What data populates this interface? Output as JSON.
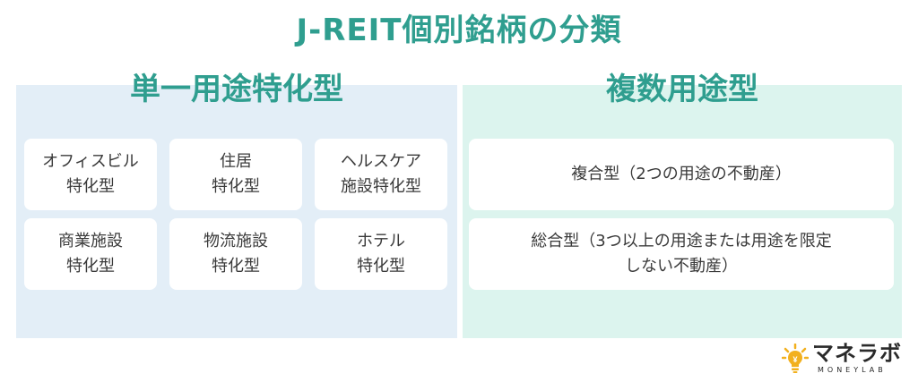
{
  "title": "J-REIT個別銘柄の分類",
  "left_panel": {
    "heading": "単一用途特化型",
    "cards": [
      {
        "line1": "オフィスビル",
        "line2": "特化型"
      },
      {
        "line1": "住居",
        "line2": "特化型"
      },
      {
        "line1": "ヘルスケア",
        "line2": "施設特化型"
      },
      {
        "line1": "商業施設",
        "line2": "特化型"
      },
      {
        "line1": "物流施設",
        "line2": "特化型"
      },
      {
        "line1": "ホテル",
        "line2": "特化型"
      }
    ]
  },
  "right_panel": {
    "heading": "複数用途型",
    "cards": [
      {
        "line1": "複合型（2つの用途の不動産）",
        "line2": ""
      },
      {
        "line1": "総合型（3つ以上の用途または用途を限定",
        "line2": "しない不動産）"
      }
    ]
  },
  "brand": {
    "name": "マネラボ",
    "sub": "MONEYLAB",
    "icon": "lightbulb-icon",
    "accent": "#f2b01e"
  },
  "colors": {
    "teal": "#2f9e8f",
    "left_bg": "#e3eef7",
    "right_bg": "#dcf4ee"
  }
}
